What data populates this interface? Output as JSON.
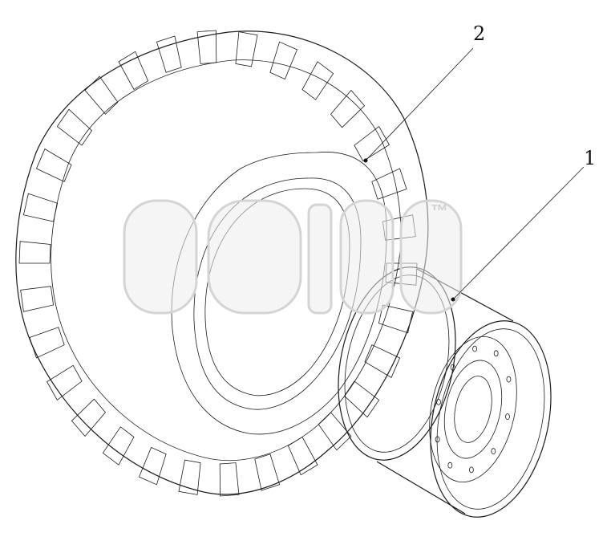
{
  "callouts": [
    {
      "id": "tire",
      "label": "2"
    },
    {
      "id": "wheel-rim",
      "label": "1"
    }
  ],
  "watermark": {
    "mark": "™"
  },
  "colors": {
    "line": "#1a1a1a",
    "watermark": "#d4d4d4",
    "background": "#ffffff"
  }
}
